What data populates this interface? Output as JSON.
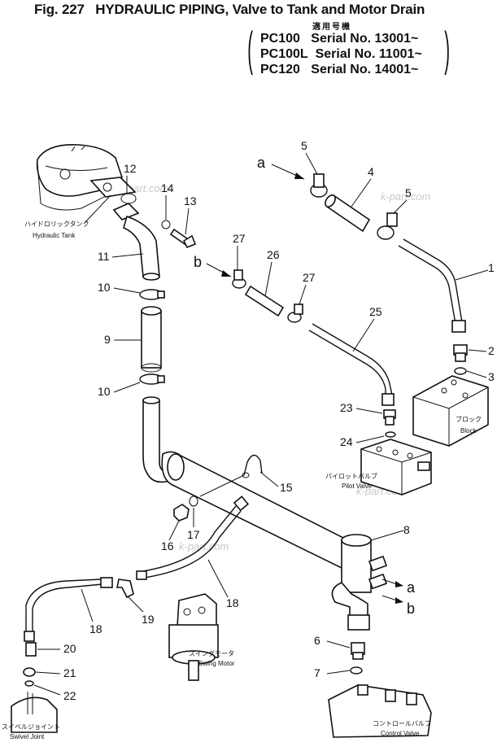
{
  "header": {
    "figure_label": "Fig. 227",
    "title": "HYDRAULIC PIPING, Valve to Tank and Motor Drain",
    "applicable_label": "適用号機",
    "serials": [
      {
        "model": "PC100",
        "text": "Serial No. 13001~"
      },
      {
        "model": "PC100L",
        "text": "Serial No. 11001~"
      },
      {
        "model": "PC120",
        "text": "Serial No. 14001~"
      }
    ]
  },
  "components": {
    "hydraulic_tank": {
      "jp": "ハイドロリックタンク",
      "en": "Hydraulic Tank"
    },
    "block": {
      "jp": "ブロック",
      "en": "Block"
    },
    "pilot_valve": {
      "jp": "パイロットバルブ",
      "en": "Pilot Valve"
    },
    "swing_motor": {
      "jp": "スイングモータ",
      "en": "Swing Motor"
    },
    "swivel_joint": {
      "jp": "スイベルジョイント",
      "en": "Swivel Joint"
    },
    "control_valve": {
      "jp": "コントロールバルブ",
      "en": "Control Valve"
    }
  },
  "connection_labels": {
    "a": "a",
    "b": "b"
  },
  "callouts": {
    "n1": "1",
    "n2": "2",
    "n3": "3",
    "n4": "4",
    "n5a": "5",
    "n5b": "5",
    "n6": "6",
    "n7": "7",
    "n8": "8",
    "n9": "9",
    "n10a": "10",
    "n10b": "10",
    "n11": "11",
    "n12": "12",
    "n13": "13",
    "n14": "14",
    "n15": "15",
    "n16": "16",
    "n17": "17",
    "n18a": "18",
    "n18b": "18",
    "n19": "19",
    "n20": "20",
    "n21": "21",
    "n22": "22",
    "n23": "23",
    "n24": "24",
    "n25": "25",
    "n26": "26",
    "n27a": "27",
    "n27b": "27"
  },
  "watermarks": [
    "k-part.com",
    "k-part.com",
    "k-part.com",
    "k-part.com"
  ]
}
